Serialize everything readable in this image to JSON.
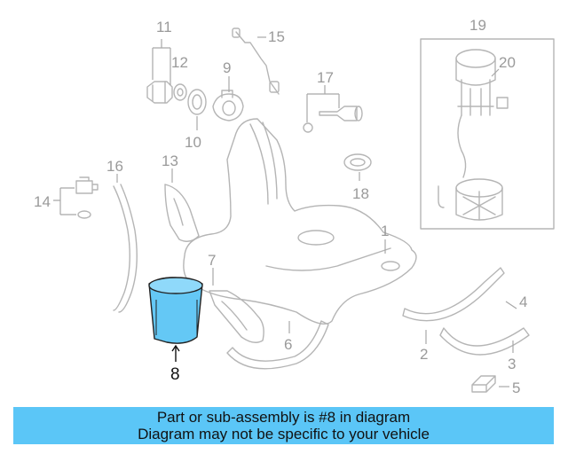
{
  "diagram": {
    "highlighted_part": "8",
    "highlight_color": "#64c8f5",
    "callouts": [
      "1",
      "2",
      "3",
      "4",
      "5",
      "6",
      "7",
      "8",
      "9",
      "10",
      "11",
      "12",
      "13",
      "14",
      "15",
      "16",
      "17",
      "18",
      "19",
      "20"
    ]
  },
  "banner": {
    "line1": "Part or sub-assembly is #8 in diagram",
    "line2": "Diagram may not be specific to your vehicle",
    "color": "#5bc6f7"
  }
}
